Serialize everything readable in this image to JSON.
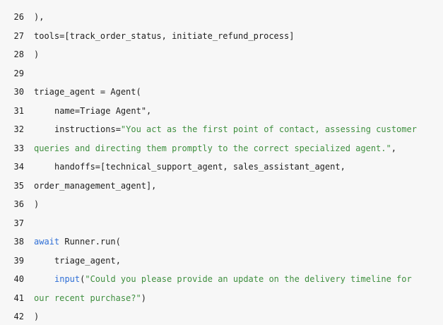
{
  "lines": [
    {
      "n": "26",
      "segments": [
        {
          "t": "),",
          "c": "plain"
        }
      ]
    },
    {
      "n": "27",
      "segments": [
        {
          "t": "tools=[track_order_status, initiate_refund_process]",
          "c": "plain"
        }
      ]
    },
    {
      "n": "28",
      "segments": [
        {
          "t": ")",
          "c": "plain"
        }
      ]
    },
    {
      "n": "29",
      "segments": []
    },
    {
      "n": "30",
      "segments": [
        {
          "t": "triage_agent = Agent(",
          "c": "plain"
        }
      ]
    },
    {
      "n": "31",
      "indent": true,
      "segments": [
        {
          "t": "name=Triage Agent\",",
          "c": "plain"
        }
      ]
    },
    {
      "n": "32",
      "indent": true,
      "segments": [
        {
          "t": "instructions=",
          "c": "plain"
        },
        {
          "t": "\"You act as the first point of contact, assessing customer",
          "c": "str"
        }
      ]
    },
    {
      "n": "33",
      "segments": [
        {
          "t": "queries and directing them promptly to the correct specialized agent.\"",
          "c": "str"
        },
        {
          "t": ",",
          "c": "plain"
        }
      ]
    },
    {
      "n": "34",
      "indent": true,
      "segments": [
        {
          "t": "handoffs=[technical_support_agent, sales_assistant_agent,",
          "c": "plain"
        }
      ]
    },
    {
      "n": "35",
      "segments": [
        {
          "t": "order_management_agent],",
          "c": "plain"
        }
      ]
    },
    {
      "n": "36",
      "segments": [
        {
          "t": ")",
          "c": "plain"
        }
      ]
    },
    {
      "n": "37",
      "segments": []
    },
    {
      "n": "38",
      "segments": [
        {
          "t": "await",
          "c": "kw"
        },
        {
          "t": " Runner.run(",
          "c": "plain"
        }
      ]
    },
    {
      "n": "39",
      "indent": true,
      "segments": [
        {
          "t": "triage_agent,",
          "c": "plain"
        }
      ]
    },
    {
      "n": "40",
      "indent": true,
      "segments": [
        {
          "t": "input",
          "c": "kw"
        },
        {
          "t": "(",
          "c": "plain"
        },
        {
          "t": "\"Could you please provide an update on the delivery timeline for",
          "c": "str"
        }
      ]
    },
    {
      "n": "41",
      "segments": [
        {
          "t": "our recent purchase?\"",
          "c": "str"
        },
        {
          "t": ")",
          "c": "plain"
        }
      ]
    },
    {
      "n": "42",
      "segments": [
        {
          "t": ")",
          "c": "plain"
        }
      ]
    }
  ],
  "colors": {
    "background": "#f7f7f7",
    "text": "#1f1f1f",
    "keyword": "#2f6fd6",
    "string": "#3f8f3f"
  }
}
